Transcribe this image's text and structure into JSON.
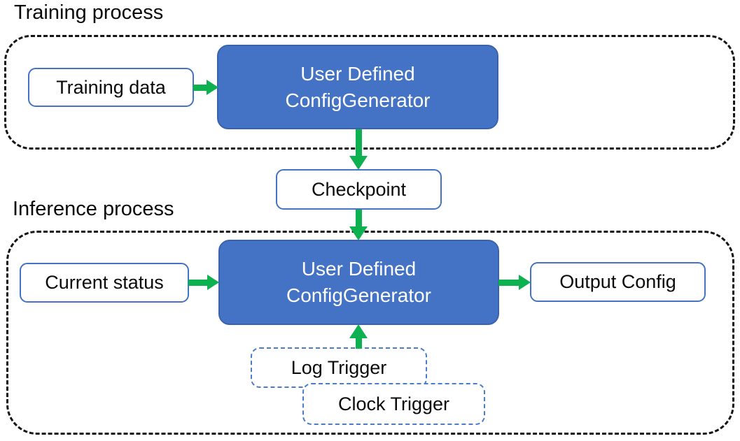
{
  "colors": {
    "node_fill_blue": "#4472C4",
    "node_fill_border": "#3B62AE",
    "node_border_blue": "#4472C4",
    "trigger_border_blue": "#4A7CCB",
    "arrow_green": "#0DB14F",
    "container_dash_color": "#141414",
    "text_dark": "#0B0B0B",
    "text_light": "#FFFFFF"
  },
  "training": {
    "label": "Training process",
    "input_node": "Training data",
    "generator_line1": "User Defined",
    "generator_line2": "ConfigGenerator"
  },
  "checkpoint": {
    "label": "Checkpoint"
  },
  "inference": {
    "label": "Inference process",
    "input_node": "Current status",
    "generator_line1": "User Defined",
    "generator_line2": "ConfigGenerator",
    "output_node": "Output Config",
    "log_trigger": "Log Trigger",
    "clock_trigger": "Clock Trigger"
  }
}
